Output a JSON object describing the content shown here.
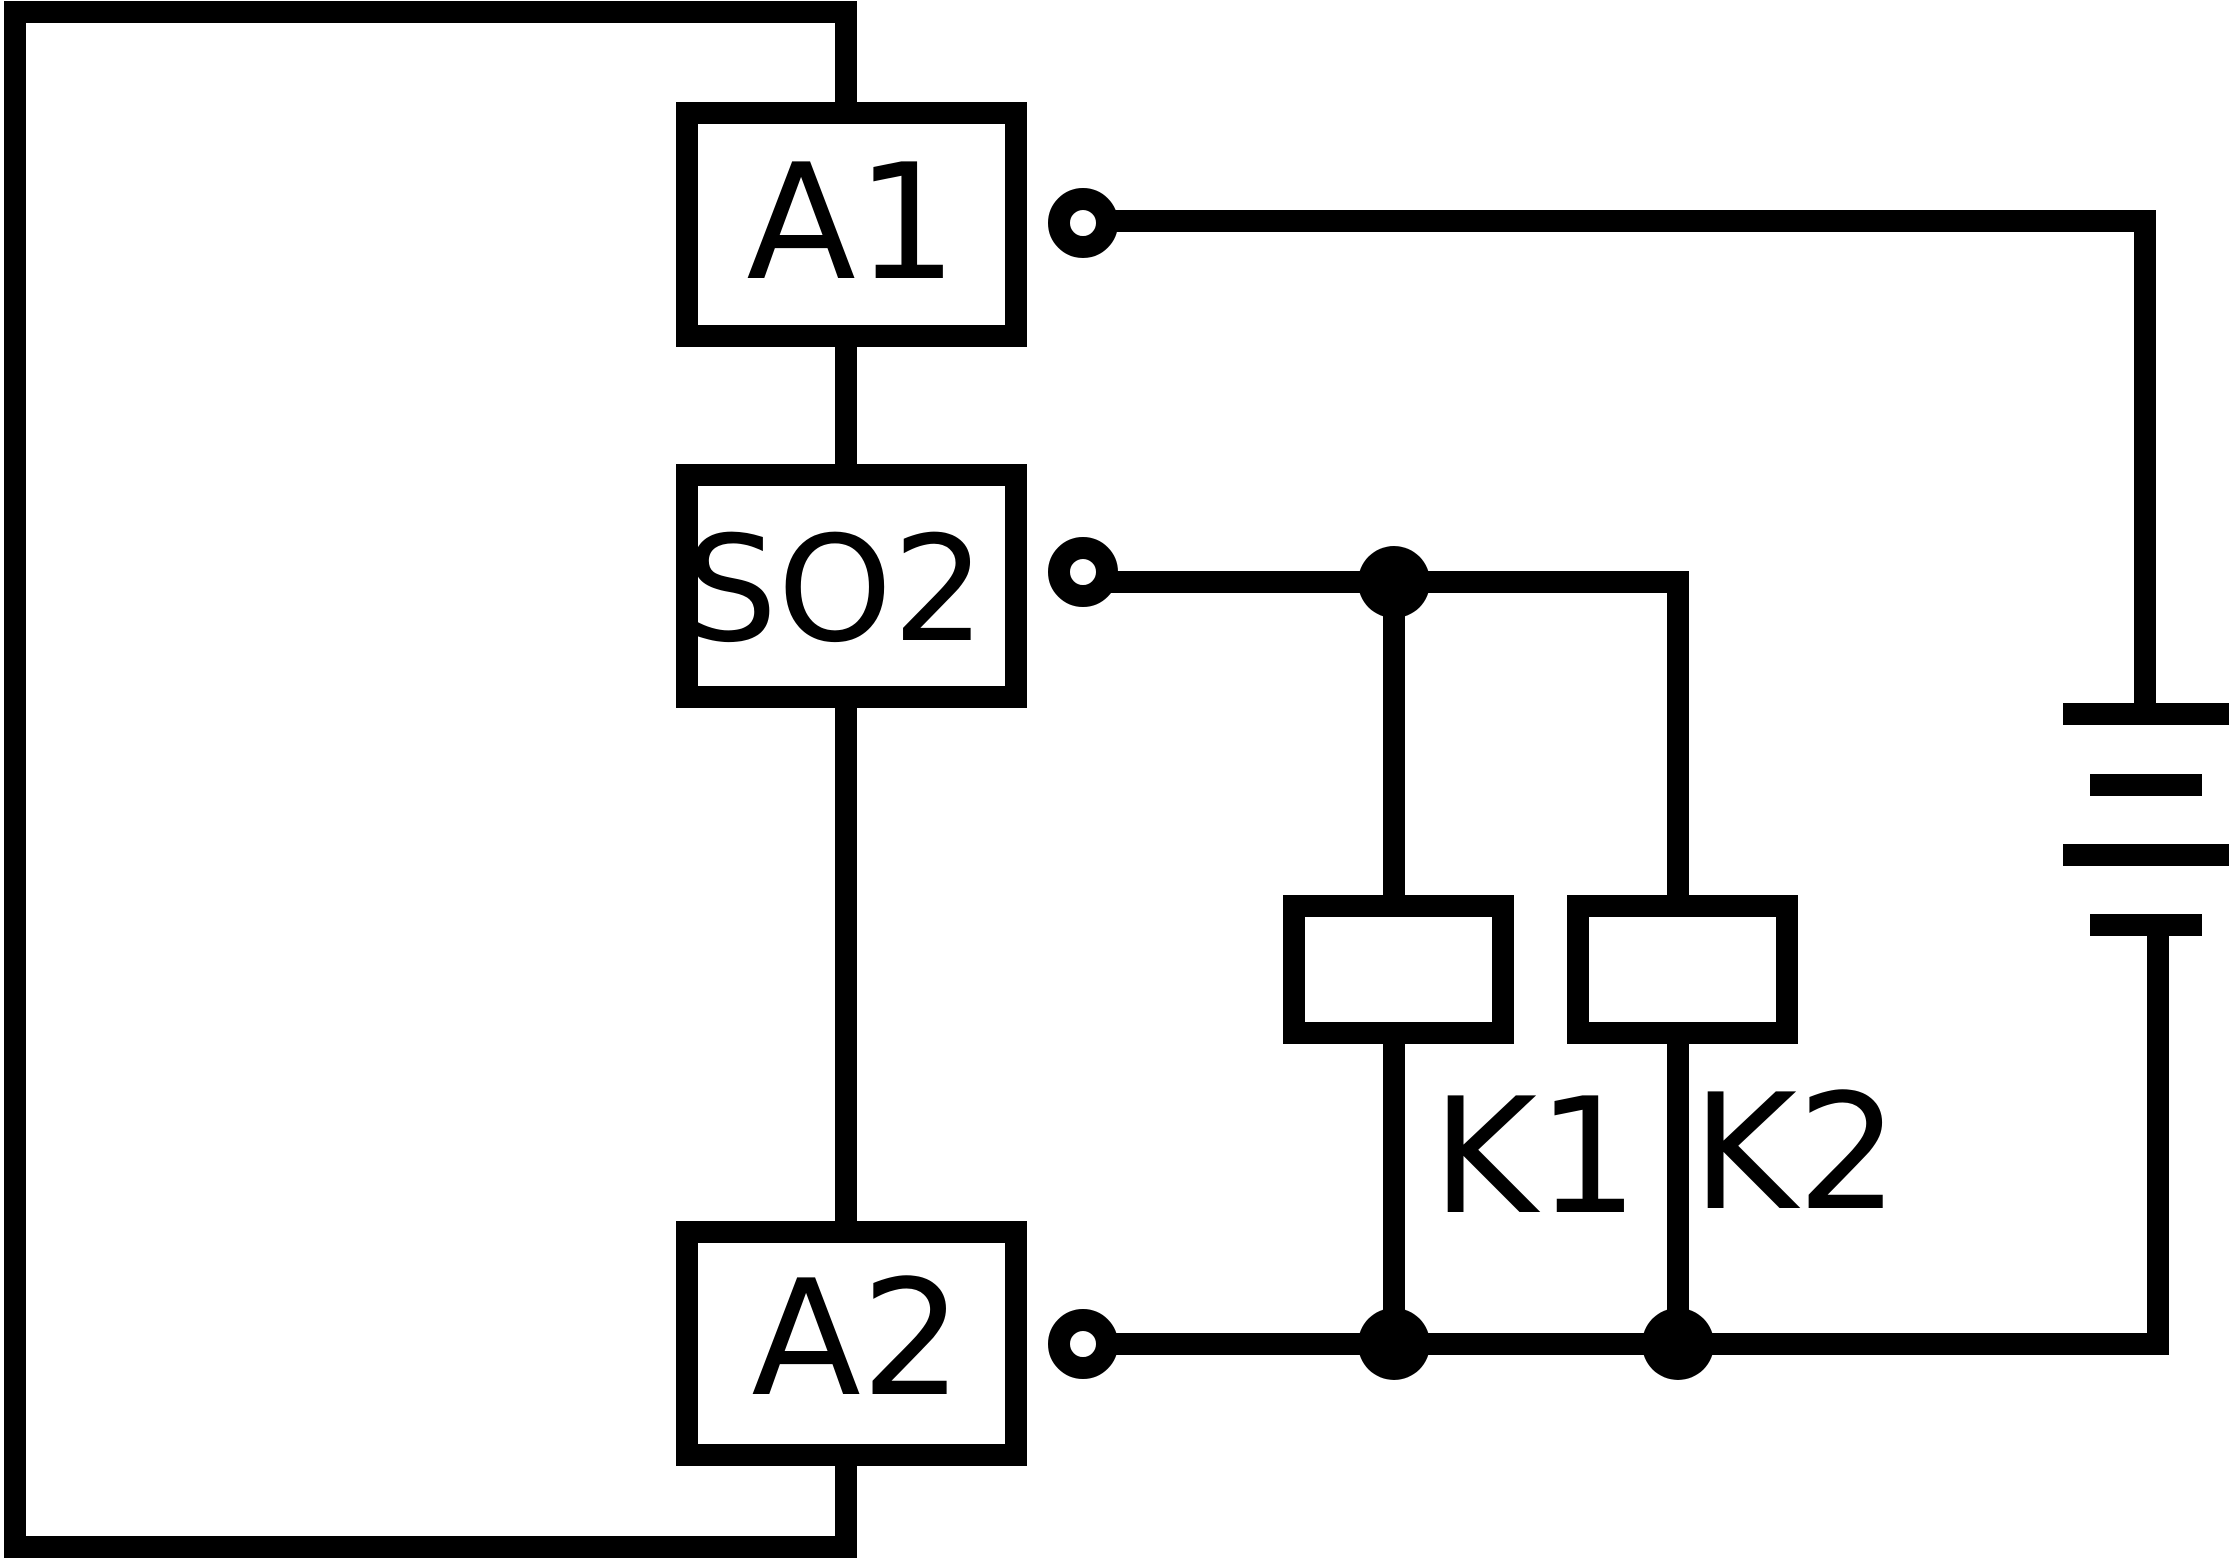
{
  "diagram": {
    "labels": {
      "a1": "A1",
      "so2": "SO2",
      "a2": "A2",
      "k1": "K1",
      "k2": "K2"
    },
    "colors": {
      "stroke": "#000000",
      "background": "#ffffff"
    }
  }
}
